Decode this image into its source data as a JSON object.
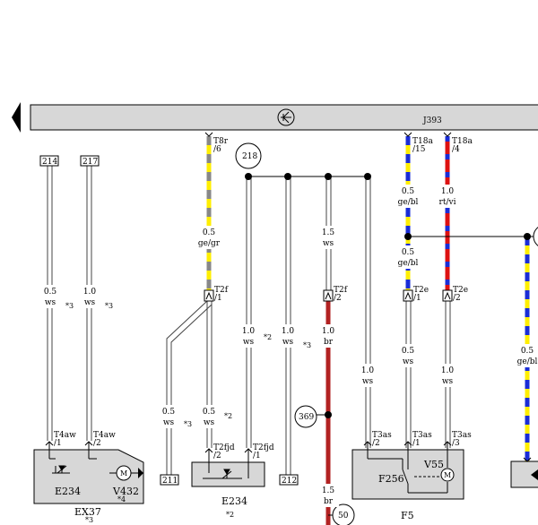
{
  "control_unit": {
    "name": "J393"
  },
  "terminals": {
    "t214": "214",
    "t217": "217",
    "t211": "211",
    "t212": "212"
  },
  "circles": {
    "c218": "218",
    "c369": "369",
    "c50": "50"
  },
  "connectors": {
    "t8r": "T8r",
    "t8r_pin": "/6",
    "t18a_15": "T18a",
    "t18a_15_pin": "/15",
    "t18a_4": "T18a",
    "t18a_4_pin": "/4",
    "t2f_1": "T2f",
    "t2f_1_pin": "/1",
    "t2f_2": "T2f",
    "t2f_2_pin": "/2",
    "t2e_1": "T2e",
    "t2e_1_pin": "/1",
    "t2e_2": "T2e",
    "t2e_2_pin": "/2",
    "t4aw_1": "T4aw",
    "t4aw_1_pin": "/1",
    "t4aw_2": "T4aw",
    "t4aw_2_pin": "/2",
    "t2fjd_2": "T2fjd",
    "t2fjd_2_pin": "/2",
    "t2fjd_1": "T2fjd",
    "t2fjd_1_pin": "/1",
    "t3as_2": "T3as",
    "t3as_2_pin": "/2",
    "t3as_1": "T3as",
    "t3as_1_pin": "/1",
    "t3as_3": "T3as",
    "t3as_3_pin": "/3"
  },
  "wires": {
    "w1_size": "0.5",
    "w1_color": "ws",
    "w2_size": "1.0",
    "w2_color": "ws",
    "w3_size": "0.5",
    "w3_color": "ge/gr",
    "w4_size": "0.5",
    "w4_color": "ws",
    "w5_size": "0.5",
    "w5_color": "ws",
    "w6_size": "1.0",
    "w6_color": "ws",
    "w7_size": "1.0",
    "w7_color": "ws",
    "w8_size": "1.5",
    "w8_color": "ws",
    "w8b_size": "1.0",
    "w8b_color": "br",
    "w8c_size": "1.5",
    "w8c_color": "br",
    "w9_size": "1.0",
    "w9_color": "ws",
    "w10_size": "0.5",
    "w10_color": "ge/bl",
    "w10b_size": "0.5",
    "w10b_color": "ge/bl",
    "w10c_size": "0.5",
    "w10c_color": "ws",
    "w11_size": "1.0",
    "w11_color": "rt/vi",
    "w11b_size": "1.0",
    "w11b_color": "ws",
    "w12_size": "0.5",
    "w12_color": "ge/bl"
  },
  "notes": {
    "n1": "*3",
    "n2": "*3",
    "n3": "*3",
    "n4": "*2",
    "n5": "*2",
    "n6": "*3",
    "n7": "*2",
    "n8": "*3"
  },
  "components": {
    "ex37": "EX37",
    "ex37_note": "*3",
    "e234_a": "E234",
    "v432": "V432",
    "v432_note": "*4",
    "e234_b": "E234",
    "e234_b_note": "*2",
    "f256": "F256",
    "v55": "V55",
    "f5": "F5",
    "motor": "M"
  },
  "colors": {
    "yellow": "#ffee00",
    "gray": "#888888",
    "blue": "#1a2dd6",
    "red": "#dd1111",
    "brown": "#b22222",
    "box_fill": "#d7d7d7"
  }
}
